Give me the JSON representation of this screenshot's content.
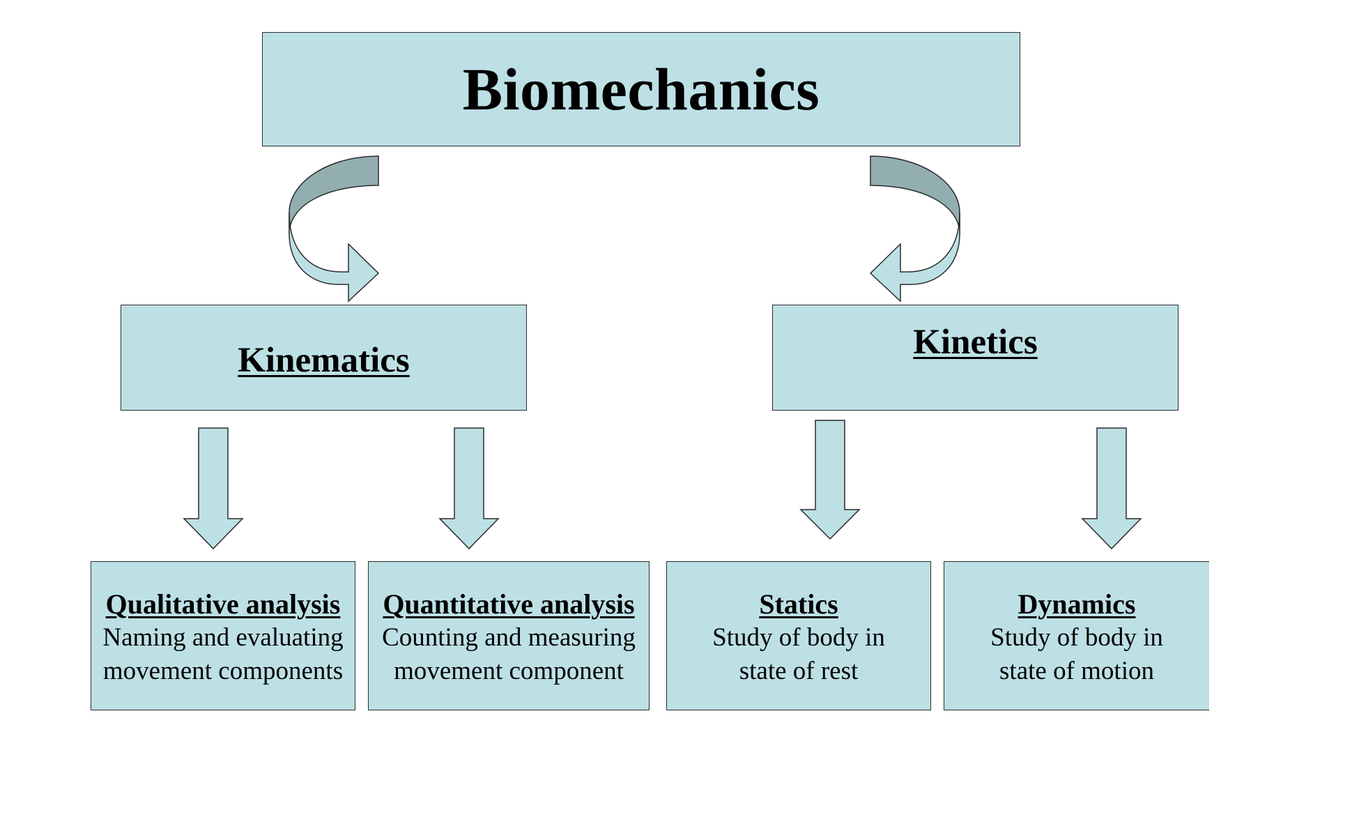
{
  "root": {
    "label": "Biomechanics"
  },
  "branches": [
    {
      "label": "Kinematics",
      "children": [
        {
          "title": "Qualitative analysis",
          "description": "Naming and evaluating\nmovement components"
        },
        {
          "title": "Quantitative analysis",
          "description": "Counting and measuring\nmovement component"
        }
      ]
    },
    {
      "label": "Kinetics",
      "children": [
        {
          "title": "Statics",
          "description": "Study of body in\nstate of rest"
        },
        {
          "title": "Dynamics",
          "description": "Study of body in\nstate of motion"
        }
      ]
    }
  ],
  "colors": {
    "box_fill": "#bde0e5",
    "arrow_fill": "#bde0e5",
    "arrow_shadow": "#93aeb1",
    "border": "#2b2b2b"
  }
}
